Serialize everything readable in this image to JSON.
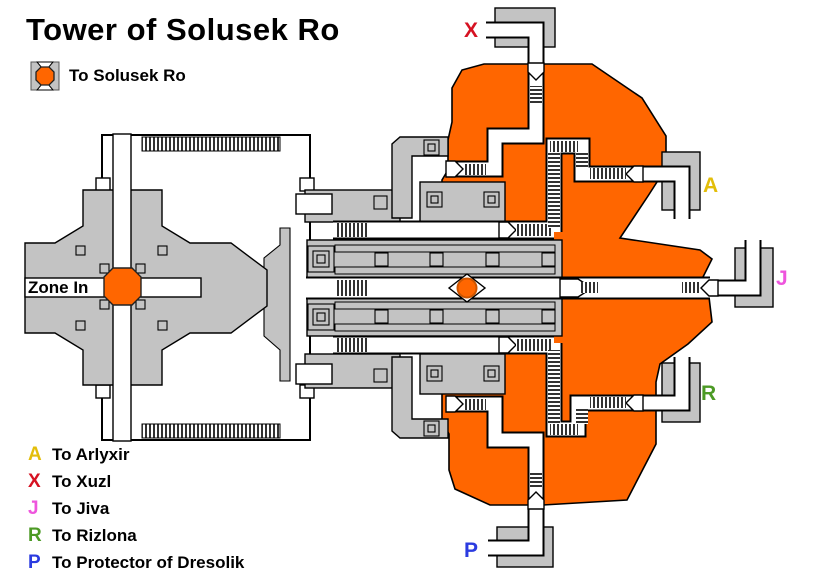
{
  "title": "Tower of Solusek Ro",
  "top_legend": {
    "icon": "zone-portal-icon",
    "label": "To Solusek Ro"
  },
  "zone_in": {
    "label": "Zone In"
  },
  "markers": {
    "x": {
      "letter": "X",
      "color": "#D61222"
    },
    "a": {
      "letter": "A",
      "color": "#E3BE0A"
    },
    "j": {
      "letter": "J",
      "color": "#EE55DD"
    },
    "r": {
      "letter": "R",
      "color": "#4C9A25"
    },
    "p": {
      "letter": "P",
      "color": "#2B3BE0"
    }
  },
  "legend_items": [
    {
      "letter": "A",
      "color": "#E3BE0A",
      "label": "To Arlyxir"
    },
    {
      "letter": "X",
      "color": "#D61222",
      "label": "To Xuzl"
    },
    {
      "letter": "J",
      "color": "#EE55DD",
      "label": "To Jiva"
    },
    {
      "letter": "R",
      "color": "#4C9A25",
      "label": "To Rizlona"
    },
    {
      "letter": "P",
      "color": "#2B3BE0",
      "label": "To Protector of Dresolik"
    }
  ],
  "colors": {
    "lava": "#FF6600",
    "wall_gray": "#C3C3C3",
    "outline": "#000000",
    "background": "#FFFFFF"
  }
}
